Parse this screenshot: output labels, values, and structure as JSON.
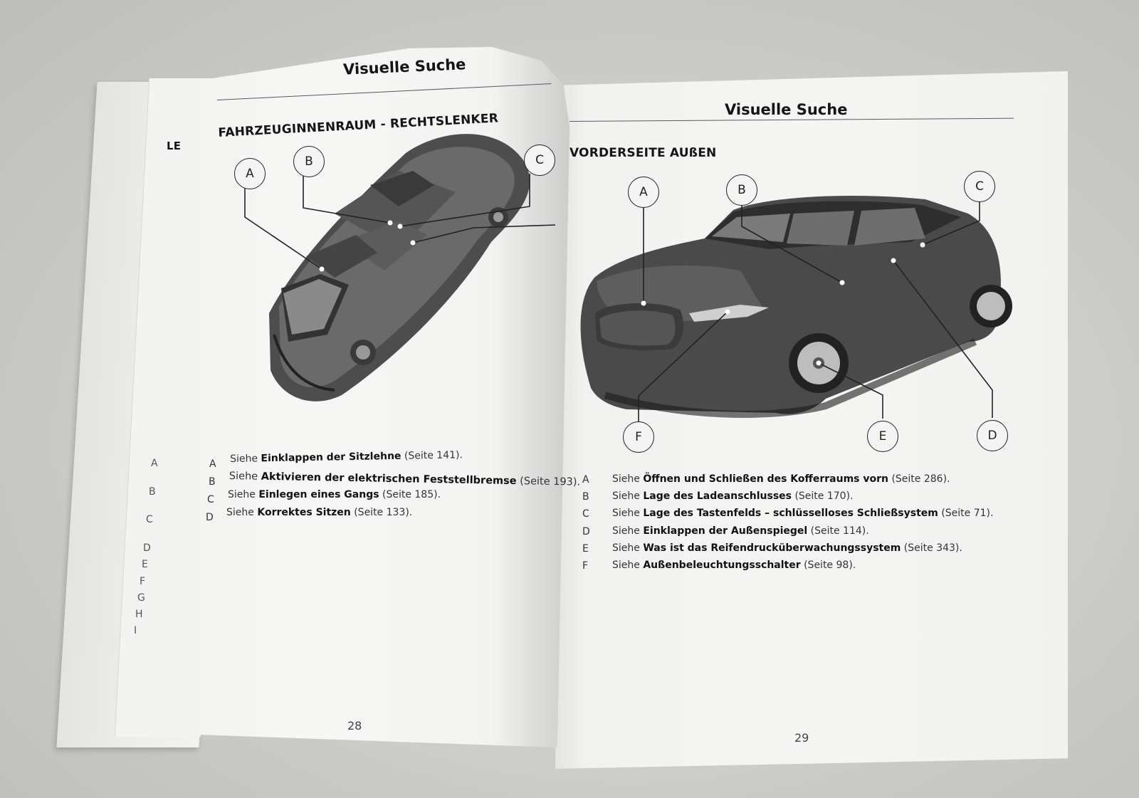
{
  "left_page": {
    "header": "Visuelle Suche",
    "section": "FAHRZEUGINNENRAUM - RECHTSLENKER",
    "callouts": [
      "A",
      "B",
      "C"
    ],
    "refs": [
      {
        "letter": "A",
        "prefix": "Siehe",
        "bold": "Einklappen der Sitzlehne",
        "suffix": "(Seite 141)."
      },
      {
        "letter": "B",
        "prefix": "Siehe",
        "bold": "Aktivieren der elektrischen Feststellbremse",
        "suffix": "(Seite 193)."
      },
      {
        "letter": "C",
        "prefix": "Siehe",
        "bold": "Einlegen eines Gangs",
        "suffix": "(Seite 185)."
      },
      {
        "letter": "D",
        "prefix": "Siehe",
        "bold": "Korrektes Sitzen",
        "suffix": "(Seite 133)."
      }
    ],
    "page_number": "28"
  },
  "right_page": {
    "header": "Visuelle Suche",
    "section": "VORDERSEITE AUßEN",
    "callouts": [
      "A",
      "B",
      "C",
      "D",
      "E",
      "F"
    ],
    "refs": [
      {
        "letter": "A",
        "prefix": "Siehe",
        "bold": "Öffnen und Schließen des Kofferraums vorn",
        "suffix": "(Seite 286)."
      },
      {
        "letter": "B",
        "prefix": "Siehe",
        "bold": "Lage des Ladeanschlusses",
        "suffix": "(Seite 170)."
      },
      {
        "letter": "C",
        "prefix": "Siehe",
        "bold": "Lage des Tastenfelds – schlüsselloses Schließsystem",
        "suffix": "(Seite 71)."
      },
      {
        "letter": "D",
        "prefix": "Siehe",
        "bold": "Einklappen der Außenspiegel",
        "suffix": "(Seite 114)."
      },
      {
        "letter": "E",
        "prefix": "Siehe",
        "bold": "Was ist das Reifendrucküberwachungssystem",
        "suffix": "(Seite 343)."
      },
      {
        "letter": "F",
        "prefix": "Siehe",
        "bold": "Außenbeleuchtungsschalter",
        "suffix": "(Seite 98)."
      }
    ],
    "page_number": "29"
  },
  "back_page": {
    "section_fragments": [
      "LE",
      "A"
    ],
    "index_letters": [
      "A",
      "B",
      "C",
      "D",
      "E",
      "F",
      "G",
      "H",
      "I"
    ]
  }
}
